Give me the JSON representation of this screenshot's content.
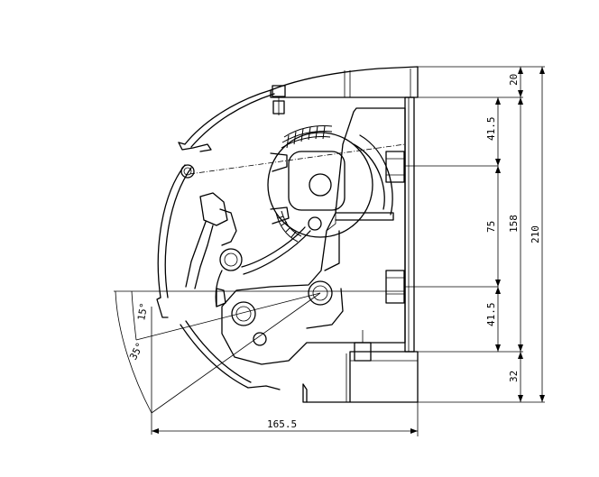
{
  "drawing": {
    "dimensions": {
      "top_band": "20",
      "upper_offset": "41.5",
      "middle_span": "75",
      "lower_offset": "41.5",
      "bottom_band": "32",
      "inner_height": "158",
      "total_height": "210",
      "total_width": "165.5"
    },
    "angles": {
      "small": "15°",
      "large": "35°"
    }
  }
}
